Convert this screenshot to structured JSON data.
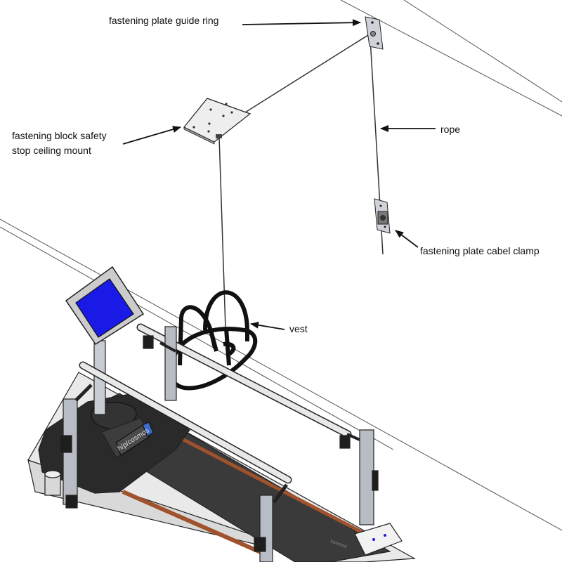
{
  "labels": {
    "guide_ring": "fastening plate guide ring",
    "block_line1": "fastening block safety",
    "block_line2": "stop ceiling mount",
    "rope": "rope",
    "clamp": "fastening plate cabel clamp",
    "vest": "vest"
  },
  "branding": {
    "logo": "h/p/cosmos",
    "platform_text": "cosmos"
  },
  "colors": {
    "line": "#222222",
    "screen": "#1a1ae6",
    "belt": "#3a3a3a",
    "belt_edge": "#a0522d",
    "metal": "#b8bcc4",
    "dark": "#1e1e1e"
  },
  "icons": {
    "arrow": "arrow-icon"
  }
}
